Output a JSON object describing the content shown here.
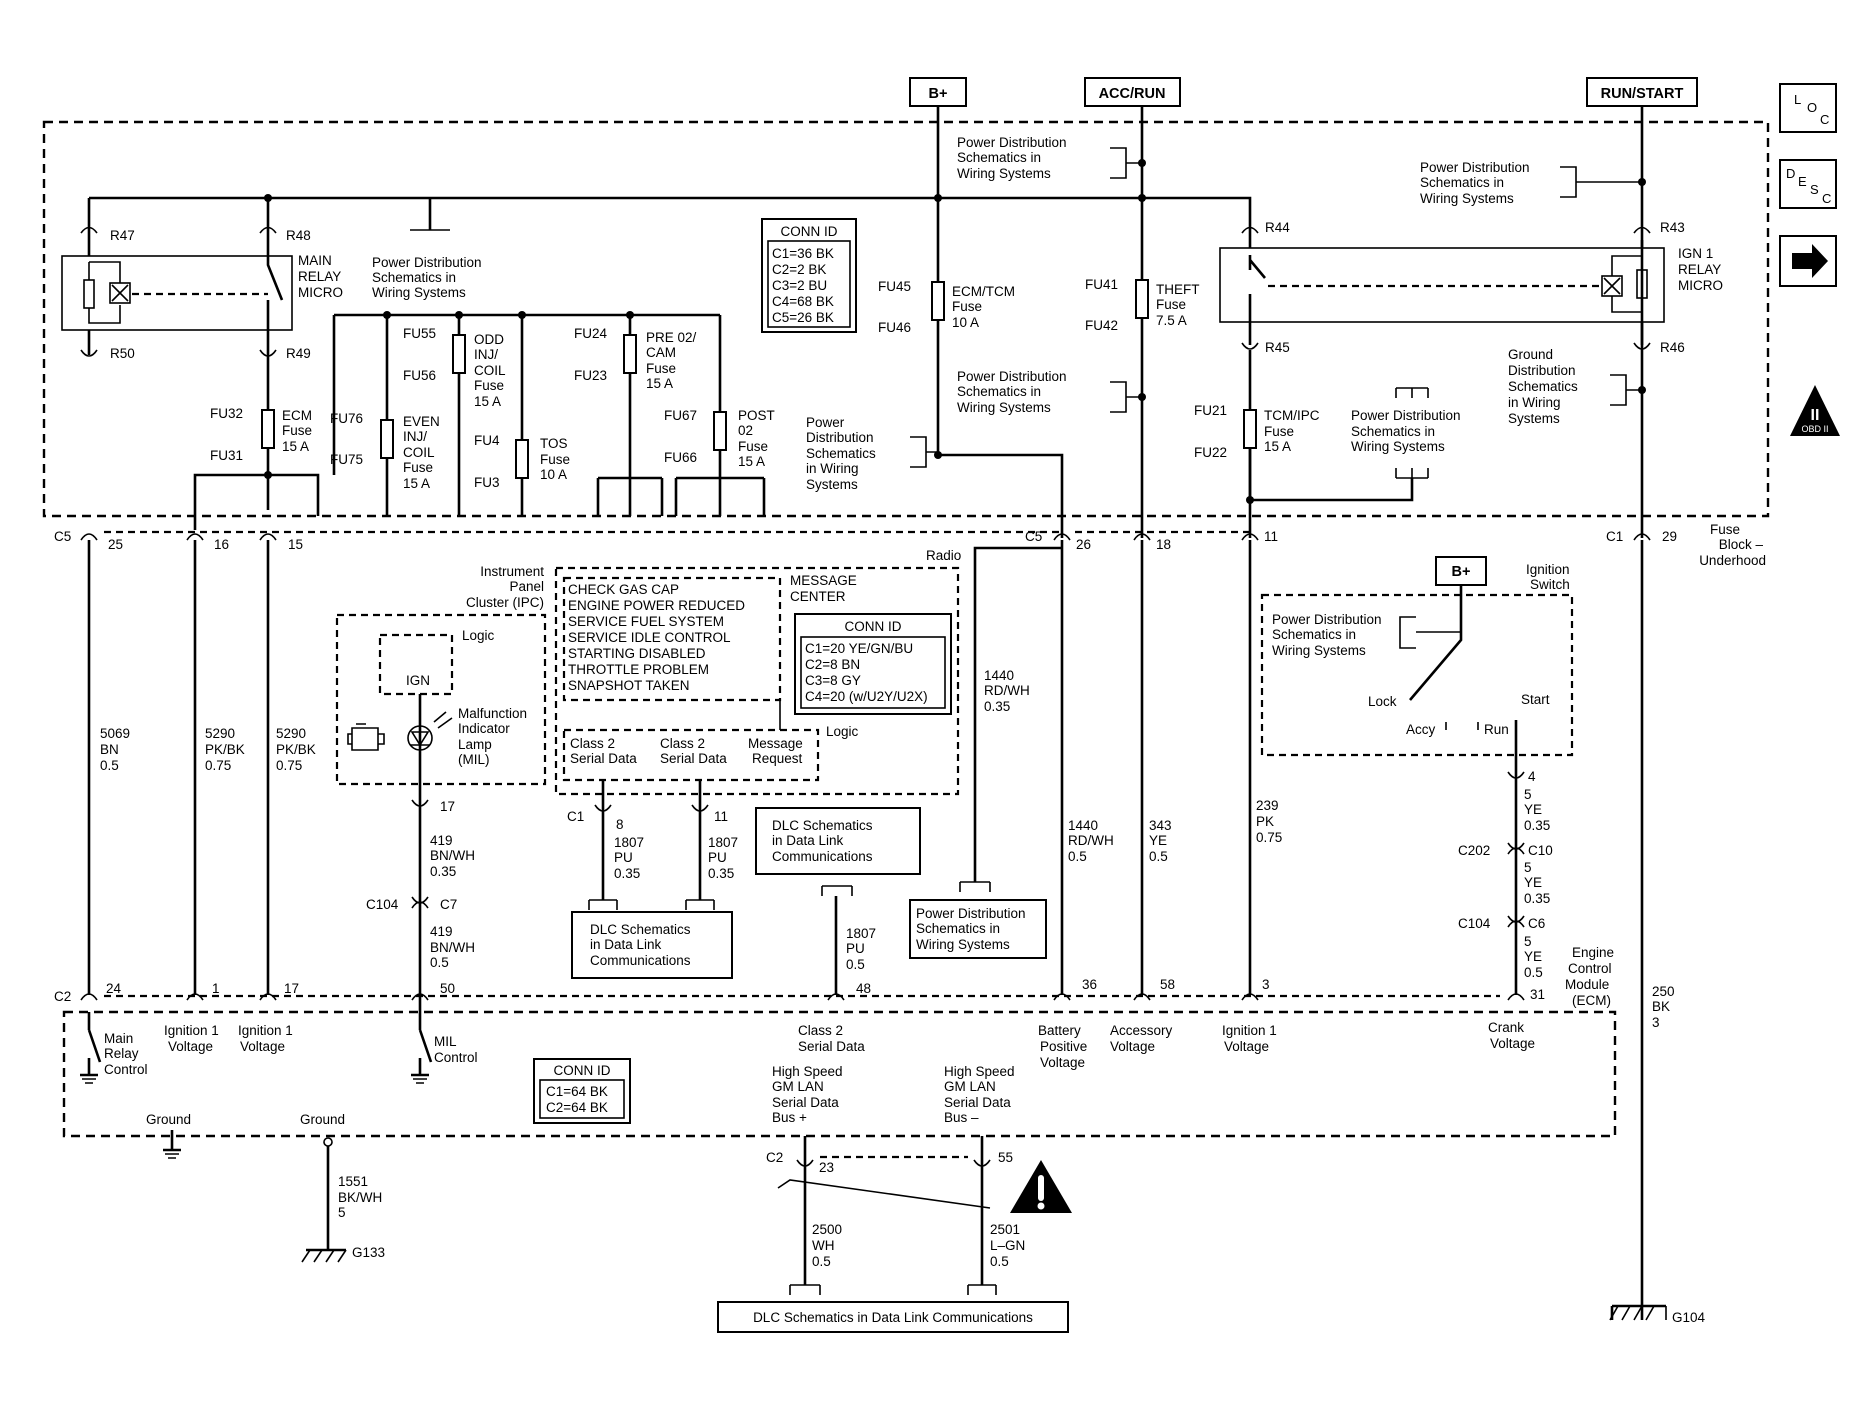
{
  "sources": {
    "bplus": "B+",
    "accrun": "ACC/RUN",
    "runstart": "RUN/START",
    "bplus2": "B+"
  },
  "side_icons": [
    {
      "icon": "loc-icon",
      "text": "LOC"
    },
    {
      "icon": "desc-icon",
      "text": "DESC"
    },
    {
      "icon": "arrow-right-icon",
      "text": ""
    }
  ],
  "obd": {
    "roman": "II",
    "label": "OBD II"
  },
  "relays": {
    "r47": "R47",
    "r48": "R48",
    "r50": "R50",
    "r49": "R49",
    "main_relay": [
      "MAIN",
      "RELAY",
      "MICRO"
    ],
    "r44": "R44",
    "r43": "R43",
    "r45": "R45",
    "r46": "R46",
    "ign1_relay": [
      "IGN 1",
      "RELAY",
      "MICRO"
    ]
  },
  "pd_schematics": {
    "top_left": [
      "Power Distribution",
      "Schematics in",
      "Wiring Systems"
    ],
    "top_mid1": [
      "Power Distribution",
      "Schematics in",
      "Wiring Systems"
    ],
    "top_mid2": [
      "Power Distribution",
      "Schematics in",
      "Wiring Systems"
    ],
    "top_right": [
      "Power Distribution",
      "Schematics in",
      "Wiring Systems"
    ],
    "mid_left": [
      "Power",
      "Distribution",
      "Schematics",
      "in Wiring",
      "Systems"
    ],
    "tcm_side": [
      "Power Distribution",
      "Schematics in",
      "Wiring Systems"
    ],
    "ground": [
      "Ground",
      "Distribution",
      "Schematics",
      "in Wiring",
      "Systems"
    ],
    "ignition": [
      "Power Distribution",
      "Schematics in",
      "Wiring Systems"
    ],
    "radio_bottom": [
      "Power Distribution",
      "Schematics in",
      "Wiring  Systems"
    ]
  },
  "conn_id_top": {
    "title": "CONN ID",
    "rows": [
      "C1=36 BK",
      "C2=2 BK",
      "C3=2 BU",
      "C4=68 BK",
      "C5=26 BK"
    ]
  },
  "conn_id_ipc": {
    "title": "CONN ID",
    "rows": [
      "C1=20 YE/GN/BU",
      "C2=8 BN",
      "C3=8 GY",
      "C4=20 (w/U2Y/U2X)"
    ]
  },
  "conn_id_ecm": {
    "title": "CONN ID",
    "rows": [
      "C1=64 BK",
      "C2=64 BK"
    ]
  },
  "fuses": {
    "ecm": {
      "top": "FU32",
      "bot": "FU31",
      "label": [
        "ECM",
        "Fuse",
        "15 A"
      ]
    },
    "even": {
      "top": "FU76",
      "bot": "FU75",
      "label": [
        "EVEN",
        "INJ/",
        "COIL",
        "Fuse",
        "15 A"
      ]
    },
    "odd": {
      "top": "FU55",
      "bot": "FU56",
      "label": [
        "ODD",
        "INJ/",
        "COIL",
        "Fuse",
        "15 A"
      ]
    },
    "tos": {
      "top": "FU4",
      "bot": "FU3",
      "label": [
        "TOS",
        "Fuse",
        "10 A"
      ]
    },
    "pre": {
      "top": "FU24",
      "bot": "FU23",
      "label": [
        "PRE 02/",
        "CAM",
        "Fuse",
        "15 A"
      ]
    },
    "post": {
      "top": "FU67",
      "bot": "FU66",
      "label": [
        "POST",
        "02",
        "Fuse",
        "15 A"
      ]
    },
    "ecmtcm": {
      "top": "FU45",
      "bot": "FU46",
      "label": [
        "ECM/TCM",
        "Fuse",
        "10 A"
      ]
    },
    "theft": {
      "top": "FU41",
      "bot": "FU42",
      "label": [
        "THEFT",
        "Fuse",
        "7.5 A"
      ]
    },
    "tcmipc": {
      "top": "FU21",
      "bot": "FU22",
      "label": [
        "TCM/IPC",
        "Fuse",
        "15 A"
      ]
    }
  },
  "fuse_block": {
    "conn_c5": "C5",
    "conn_c5b": "C5",
    "conn_c1": "C1",
    "pins": [
      "25",
      "16",
      "15",
      "26",
      "18",
      "11",
      "29"
    ],
    "label": [
      "Fuse",
      "Block –",
      "Underhood"
    ]
  },
  "radio": "Radio",
  "ipc": {
    "title": [
      "Instrument",
      "Panel",
      "Cluster (IPC)"
    ],
    "logic": "Logic",
    "ign": "IGN",
    "mil": [
      "Malfunction",
      "Indicator",
      "Lamp",
      "(MIL)"
    ],
    "message_center": [
      "MESSAGE",
      "CENTER"
    ],
    "messages": [
      "CHECK GAS CAP",
      "ENGINE POWER REDUCED",
      "SERVICE FUEL SYSTEM",
      "SERVICE IDLE CONTROL",
      "STARTING DISABLED",
      "THROTTLE PROBLEM",
      "SNAPSHOT TAKEN"
    ],
    "logic2": "Logic",
    "class2a": [
      "Class 2",
      "Serial Data"
    ],
    "class2b": [
      "Class 2",
      "Serial Data"
    ],
    "msg_req": [
      "Message",
      "Request"
    ],
    "c1": "C1",
    "pin8": "8",
    "pin11": "11",
    "pin17": "17"
  },
  "wires": {
    "w5069": [
      "5069",
      "BN",
      "0.5"
    ],
    "w5290a": [
      "5290",
      "PK/BK",
      "0.75"
    ],
    "w5290b": [
      "5290",
      "PK/BK",
      "0.75"
    ],
    "w419a": [
      "419",
      "BN/WH",
      "0.35"
    ],
    "w419b": [
      "419",
      "BN/WH",
      "0.5"
    ],
    "w1807a": [
      "1807",
      "PU",
      "0.35"
    ],
    "w1807b": [
      "1807",
      "PU",
      "0.35"
    ],
    "w1807c": [
      "1807",
      "PU",
      "0.5"
    ],
    "w1440a": [
      "1440",
      "RD/WH",
      "0.35"
    ],
    "w1440b": [
      "1440",
      "RD/WH",
      "0.5"
    ],
    "w343": [
      "343",
      "YE",
      "0.5"
    ],
    "w239": [
      "239",
      "PK",
      "0.75"
    ],
    "w5a": [
      "5",
      "YE",
      "0.35"
    ],
    "w5b": [
      "5",
      "YE",
      "0.35"
    ],
    "w5c": [
      "5",
      "YE",
      "0.5"
    ],
    "w250": [
      "250",
      "BK",
      "3"
    ],
    "w1551": [
      "1551",
      "BK/WH",
      "5"
    ],
    "w2500": [
      "2500",
      "WH",
      "0.5"
    ],
    "w2501": [
      "2501",
      "L–GN",
      "0.5"
    ]
  },
  "inline": {
    "c104a": "C104",
    "c7": "C7",
    "c202": "C202",
    "c10": "C10",
    "c104b": "C104",
    "c6": "C6",
    "pin4": "4"
  },
  "dlc": {
    "a": [
      "DLC Schematics",
      "in Data Link",
      "Communications"
    ],
    "b": [
      "DLC Schematics",
      "in Data Link",
      "Communications"
    ],
    "c": "DLC Schematics in Data Link Communications"
  },
  "ignition_switch": {
    "title": [
      "Ignition",
      "Switch"
    ],
    "lock": "Lock",
    "accy": "Accy",
    "run": "Run",
    "start": "Start"
  },
  "ecm": {
    "c2": "C2",
    "pins": [
      "24",
      "1",
      "17",
      "50",
      "48",
      "36",
      "58",
      "3",
      "31"
    ],
    "title": [
      "Engine",
      "Control",
      "Module",
      "(ECM)"
    ],
    "labels": {
      "main_relay": [
        "Main",
        "Relay",
        "Control"
      ],
      "ign1a": [
        "Ignition 1",
        "Voltage"
      ],
      "ign1b": [
        "Ignition 1",
        "Voltage"
      ],
      "mil": [
        "MIL",
        "Control"
      ],
      "class2": [
        "Class 2",
        "Serial Data"
      ],
      "batt": [
        "Battery",
        "Positive",
        "Voltage"
      ],
      "acc": [
        "Accessory",
        "Voltage"
      ],
      "ign1c": [
        "Ignition 1",
        "Voltage"
      ],
      "crank": [
        "Crank",
        "Voltage"
      ],
      "gnd1": "Ground",
      "gnd2": "Ground",
      "lan_plus": [
        "High Speed",
        "GM LAN",
        "Serial Data",
        "Bus +"
      ],
      "lan_minus": [
        "High Speed",
        "GM LAN",
        "Serial Data",
        "Bus –"
      ]
    },
    "c2b": "C2",
    "pin23": "23",
    "pin55": "55"
  },
  "grounds": {
    "g133": "G133",
    "g104": "G104"
  }
}
